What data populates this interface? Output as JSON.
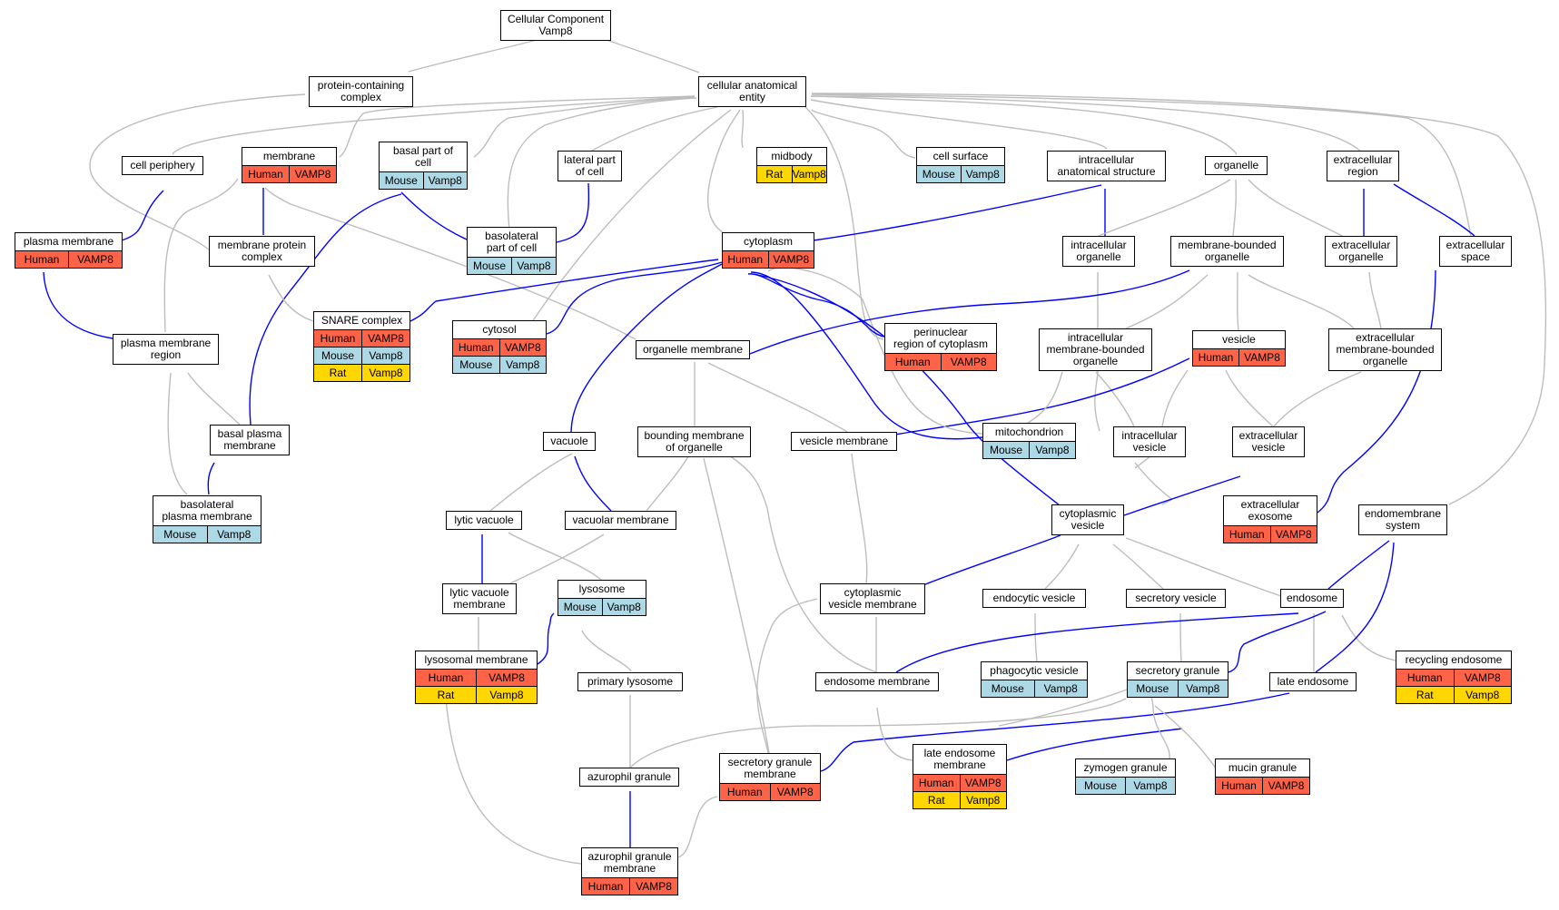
{
  "colors": {
    "edge_gray": "#bdbdbd",
    "edge_blue": "#0000ff",
    "Human": "#ff6347",
    "Mouse": "#add8e6",
    "Rat": "#ffd700"
  },
  "nodes": {
    "root": {
      "text": "Cellular Component\nVamp8",
      "rows": []
    },
    "protein_complex": {
      "text": "protein-containing\ncomplex",
      "rows": []
    },
    "cae": {
      "text": "cellular anatomical\nentity",
      "rows": []
    },
    "cell_periphery": {
      "text": "cell periphery",
      "rows": []
    },
    "membrane": {
      "text": "membrane",
      "rows": [
        [
          "Human",
          "VAMP8"
        ]
      ]
    },
    "basal_part": {
      "text": "basal part of\ncell",
      "rows": [
        [
          "Mouse",
          "Vamp8"
        ]
      ]
    },
    "lateral_part": {
      "text": "lateral part\nof cell",
      "rows": []
    },
    "midbody": {
      "text": "midbody",
      "rows": [
        [
          "Rat",
          "Vamp8"
        ]
      ]
    },
    "cell_surface": {
      "text": "cell surface",
      "rows": [
        [
          "Mouse",
          "Vamp8"
        ]
      ]
    },
    "intracellular_as": {
      "text": "intracellular\nanatomical structure",
      "rows": []
    },
    "organelle": {
      "text": "organelle",
      "rows": []
    },
    "extracellular_region": {
      "text": "extracellular\nregion",
      "rows": []
    },
    "plasma_membrane": {
      "text": "plasma membrane",
      "rows": [
        [
          "Human",
          "VAMP8"
        ]
      ]
    },
    "membrane_protein_complex": {
      "text": "membrane protein\ncomplex",
      "rows": []
    },
    "basolateral_part": {
      "text": "basolateral\npart of cell",
      "rows": [
        [
          "Mouse",
          "Vamp8"
        ]
      ]
    },
    "cytoplasm": {
      "text": "cytoplasm",
      "rows": [
        [
          "Human",
          "VAMP8"
        ]
      ]
    },
    "intracellular_organelle": {
      "text": "intracellular\norganelle",
      "rows": []
    },
    "membrane_bounded_organelle": {
      "text": "membrane-bounded\norganelle",
      "rows": []
    },
    "extracellular_organelle": {
      "text": "extracellular\norganelle",
      "rows": []
    },
    "extracellular_space": {
      "text": "extracellular\nspace",
      "rows": []
    },
    "pm_region": {
      "text": "plasma membrane\nregion",
      "rows": []
    },
    "snare": {
      "text": "SNARE complex",
      "rows": [
        [
          "Human",
          "VAMP8"
        ],
        [
          "Mouse",
          "Vamp8"
        ],
        [
          "Rat",
          "Vamp8"
        ]
      ]
    },
    "cytosol": {
      "text": "cytosol",
      "rows": [
        [
          "Human",
          "VAMP8"
        ],
        [
          "Mouse",
          "Vamp8"
        ]
      ]
    },
    "organelle_membrane": {
      "text": "organelle membrane",
      "rows": []
    },
    "perinuclear": {
      "text": "perinuclear\nregion of cytoplasm",
      "rows": [
        [
          "Human",
          "VAMP8"
        ]
      ]
    },
    "intracellular_mbo": {
      "text": "intracellular\nmembrane-bounded\norganelle",
      "rows": []
    },
    "vesicle": {
      "text": "vesicle",
      "rows": [
        [
          "Human",
          "VAMP8"
        ]
      ]
    },
    "extracellular_mbo": {
      "text": "extracellular\nmembrane-bounded\norganelle",
      "rows": []
    },
    "basal_pm": {
      "text": "basal plasma\nmembrane",
      "rows": []
    },
    "vacuole": {
      "text": "vacuole",
      "rows": []
    },
    "bounding_membrane": {
      "text": "bounding membrane\nof organelle",
      "rows": []
    },
    "vesicle_membrane": {
      "text": "vesicle membrane",
      "rows": []
    },
    "mitochondrion": {
      "text": "mitochondrion",
      "rows": [
        [
          "Mouse",
          "Vamp8"
        ]
      ]
    },
    "intracellular_vesicle": {
      "text": "intracellular\nvesicle",
      "rows": []
    },
    "extracellular_vesicle": {
      "text": "extracellular\nvesicle",
      "rows": []
    },
    "basolateral_pm": {
      "text": "basolateral\nplasma membrane",
      "rows": [
        [
          "Mouse",
          "Vamp8"
        ]
      ]
    },
    "lytic_vacuole": {
      "text": "lytic vacuole",
      "rows": []
    },
    "vacuolar_membrane": {
      "text": "vacuolar membrane",
      "rows": []
    },
    "cytoplasmic_vesicle": {
      "text": "cytoplasmic\nvesicle",
      "rows": []
    },
    "extracellular_exosome": {
      "text": "extracellular\nexosome",
      "rows": [
        [
          "Human",
          "VAMP8"
        ]
      ]
    },
    "endomembrane": {
      "text": "endomembrane\nsystem",
      "rows": []
    },
    "lytic_vacuole_membrane": {
      "text": "lytic vacuole\nmembrane",
      "rows": []
    },
    "lysosome": {
      "text": "lysosome",
      "rows": [
        [
          "Mouse",
          "Vamp8"
        ]
      ]
    },
    "cv_membrane": {
      "text": "cytoplasmic\nvesicle membrane",
      "rows": []
    },
    "endocytic_vesicle": {
      "text": "endocytic vesicle",
      "rows": []
    },
    "secretory_vesicle": {
      "text": "secretory vesicle",
      "rows": []
    },
    "endosome": {
      "text": "endosome",
      "rows": []
    },
    "lysosomal_membrane": {
      "text": "lysosomal membrane",
      "rows": [
        [
          "Human",
          "VAMP8"
        ],
        [
          "Rat",
          "Vamp8"
        ]
      ]
    },
    "primary_lysosome": {
      "text": "primary lysosome",
      "rows": []
    },
    "endosome_membrane": {
      "text": "endosome membrane",
      "rows": []
    },
    "phagocytic_vesicle": {
      "text": "phagocytic vesicle",
      "rows": [
        [
          "Mouse",
          "Vamp8"
        ]
      ]
    },
    "secretory_granule": {
      "text": "secretory granule",
      "rows": [
        [
          "Mouse",
          "Vamp8"
        ]
      ]
    },
    "late_endosome": {
      "text": "late endosome",
      "rows": []
    },
    "recycling_endosome": {
      "text": "recycling endosome",
      "rows": [
        [
          "Human",
          "VAMP8"
        ],
        [
          "Rat",
          "Vamp8"
        ]
      ]
    },
    "azurophil_granule": {
      "text": "azurophil granule",
      "rows": []
    },
    "sg_membrane": {
      "text": "secretory granule\nmembrane",
      "rows": [
        [
          "Human",
          "VAMP8"
        ]
      ]
    },
    "le_membrane": {
      "text": "late endosome\nmembrane",
      "rows": [
        [
          "Human",
          "VAMP8"
        ],
        [
          "Rat",
          "Vamp8"
        ]
      ]
    },
    "zymogen_granule": {
      "text": "zymogen granule",
      "rows": [
        [
          "Mouse",
          "Vamp8"
        ]
      ]
    },
    "mucin_granule": {
      "text": "mucin granule",
      "rows": [
        [
          "Human",
          "VAMP8"
        ]
      ]
    },
    "ag_membrane": {
      "text": "azurophil granule\nmembrane",
      "rows": [
        [
          "Human",
          "VAMP8"
        ]
      ]
    }
  }
}
